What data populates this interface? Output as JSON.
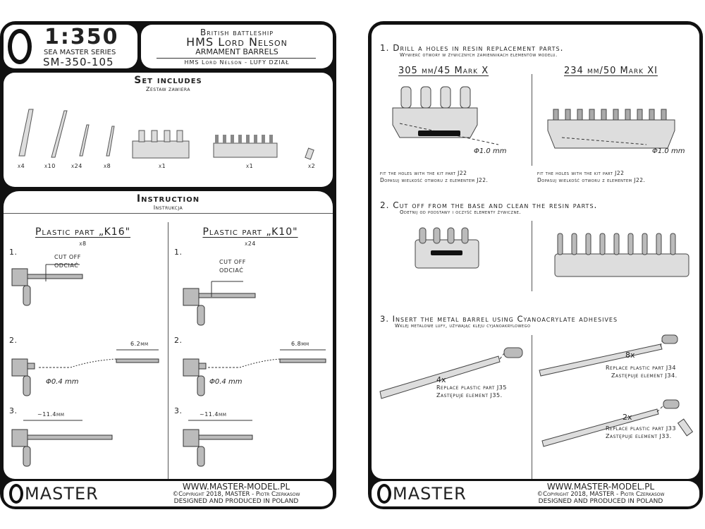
{
  "header": {
    "scale": "1:350",
    "series": "SEA MASTER SERIES",
    "code": "SM-350-105",
    "line1": "British battleship",
    "line2": "HMS Lord Nelson",
    "line3": "ARMAMENT BARRELS",
    "subtitle": "HMS Lord Nelson - LUFY DZIAŁ"
  },
  "set": {
    "title": "Set includes",
    "subtitle": "Zestaw zawiera",
    "items": [
      "x4",
      "x10",
      "x24",
      "x8",
      "x1",
      "x1",
      "x2"
    ]
  },
  "instruction": {
    "title": "Instruction",
    "subtitle": "Instrukcja",
    "left": {
      "title": "Plastic part „K16\"",
      "count": "x8",
      "step1": "1.",
      "step2": "2.",
      "step3": "3.",
      "cut": "CUT OFF",
      "cut_pl": "ODCIAĆ",
      "len": "6.2mm",
      "drill": "Φ0.4 mm",
      "total": "~11.4mm"
    },
    "right": {
      "title": "Plastic part „K10\"",
      "count": "x24",
      "step1": "1.",
      "step2": "2.",
      "step3": "3.",
      "cut": "CUT OFF",
      "cut_pl": "ODCIAĆ",
      "len": "6.8mm",
      "drill": "Φ0.4 mm",
      "total": "~11.4mm"
    }
  },
  "steps": {
    "s1": "1. Drill a holes in resin replacement parts.",
    "s1_pl": "Wywierć otwory w żywicznych zamiennikach elementów modelu.",
    "gun_a": "305 mm/45 Mark X",
    "gun_b": "234 mm/50 Mark XI",
    "drill": "Φ1.0 mm",
    "fit": "fit the holes with the kit part J22",
    "fit_pl": "Dopasuj wielkość otworu z elementem J22.",
    "s2": "2. Cut off from the base and clean the resin parts.",
    "s2_pl": "Odetnij od podstawy i oczyść elementy żywiczne.",
    "s3": "3. Insert the metal barrel using Cyanoacrylate adhesives",
    "s3_pl": "Wklej metalowe lufy, używając kleju cyjanoakrylowego",
    "a_count": "4x",
    "a_text": "Replace plastic part J35",
    "a_pl": "Zastępuje element J35.",
    "b_count": "8x",
    "b_text": "Replace plastic part J34",
    "b_pl": "Zastępuje element J34.",
    "c_count": "2x",
    "c_text": "Replace plastic part J33",
    "c_pl": "Zastępuje element J33."
  },
  "footer": {
    "brand": "MASTER",
    "url": "WWW.MASTER-MODEL.PL",
    "copyright": "©Copyright 2018, MASTER - Piotr Czerkasow",
    "made": "DESIGNED AND PRODUCED IN POLAND"
  }
}
